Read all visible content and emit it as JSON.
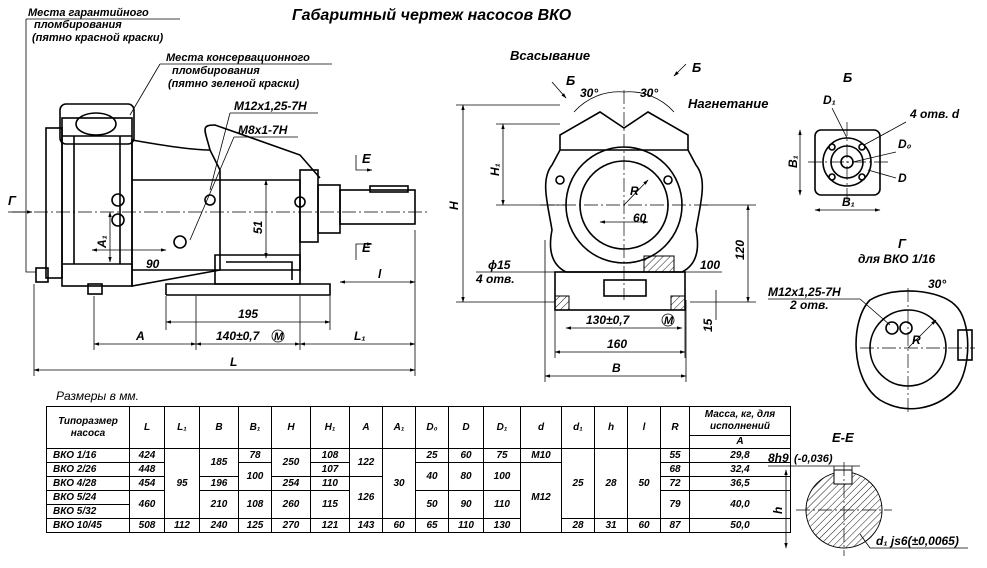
{
  "title": "Габаритный чертеж насосов ВКО",
  "callouts": {
    "warranty_seal": [
      "Места гарантийного",
      "пломбирования",
      "(пятно красной краски)"
    ],
    "conservation_seal": [
      "Места консервационного",
      "пломбирования",
      "(пятно зеленой краски)"
    ],
    "thread_m12": "M12x1,25-7H",
    "thread_m8": "M8x1-7H"
  },
  "side_view": {
    "view_g": "Г",
    "section_e_top": "E",
    "section_e_bottom": "E",
    "dim_90": "90",
    "dim_51": "51",
    "dim_a1": "A₁",
    "dim_l_small": "l",
    "dim_195": "195",
    "dim_a": "A",
    "dim_140": "140±0,7",
    "dim_l1": "L₁",
    "dim_L": "L",
    "tol_circle": "M"
  },
  "front_view": {
    "suction": "Всасывание",
    "discharge": "Нагнетание",
    "b_left": "Б",
    "b_right": "Б",
    "angle_left": "30°",
    "angle_right": "30°",
    "dim_H": "H",
    "dim_H1": "H₁",
    "dim_R": "R",
    "dim_60": "60",
    "dim_phi15": "ϕ15",
    "dim_4holes": "4 отв.",
    "dim_100": "100",
    "dim_120": "120",
    "dim_130": "130±0,7",
    "dim_15": "15",
    "dim_160": "160",
    "dim_B": "B",
    "tol_circle": "M"
  },
  "view_b": {
    "title": "Б",
    "d1": "D₁",
    "holes": "4 отв. d",
    "d0": "D₀",
    "d": "D",
    "b1_vertical": "B₁",
    "b1_horizontal": "B₁"
  },
  "view_g": {
    "title": [
      "Г",
      "для ВКО 1/16"
    ],
    "thread": [
      "M12x1,25-7H",
      "2 отв."
    ],
    "angle": "30°",
    "r": "R"
  },
  "section_ee": {
    "title": "E-E",
    "key": "8h9",
    "key_tol": "(-0,036)",
    "h": "h",
    "shaft": "d₁ js6(±0,0065)"
  },
  "table": {
    "units_caption": "Размеры в мм.",
    "headers": [
      "Типоразмер насоса",
      "L",
      "L₁",
      "B",
      "B₁",
      "H",
      "H₁",
      "A",
      "A₁",
      "D₀",
      "D",
      "D₁",
      "d",
      "d₁",
      "h",
      "l",
      "R",
      "Масса, кг, для исполнений"
    ],
    "mass_subheader": "A",
    "rows": [
      {
        "model": "ВКО 1/16",
        "L": "424",
        "B1": "78",
        "H": "250",
        "H1": "108",
        "D0": "25",
        "D": "60",
        "D1": "75",
        "d": "M10",
        "R": "55",
        "mass": "29,8"
      },
      {
        "model": "ВКО 2/26",
        "L": "448",
        "H1": "107",
        "R": "68",
        "mass": "32,4"
      },
      {
        "model": "ВКО 4/28",
        "L": "454",
        "B": "196",
        "H": "254",
        "H1": "110",
        "R": "72",
        "mass": "36,5"
      },
      {
        "model": "ВКО 5/24",
        "H1": "115"
      },
      {
        "model": "ВКО 5/32"
      },
      {
        "model": "ВКО 10/45",
        "L": "508",
        "L1": "112",
        "B": "240",
        "B1": "125",
        "H": "270",
        "H1": "121",
        "A": "143",
        "A1": "60",
        "D0": "65",
        "D": "110",
        "D1": "130",
        "d1": "28",
        "h": "31",
        "l": "60",
        "R": "87",
        "mass": "50,0"
      }
    ],
    "merged": {
      "L_5": "460",
      "L1_1_5": "95",
      "B_1_2": "185",
      "B_4_5": "210",
      "B1_2_3": "100",
      "B1_4_5": "108",
      "H_2": "250",
      "H_4_5": "260",
      "A_1_2": "122",
      "A_3_5": "126",
      "A1_1_5": "30",
      "D0_2_3": "40",
      "D_2_3": "80",
      "D1_2_3": "100",
      "D0_4_5": "50",
      "D_4_5": "90",
      "D1_4_5": "110",
      "d_2_6": "M12",
      "d1_1_5": "25",
      "h_1_5": "28",
      "l_1_5": "50",
      "R_4_5": "79",
      "mass_4_5": "40,0"
    }
  }
}
